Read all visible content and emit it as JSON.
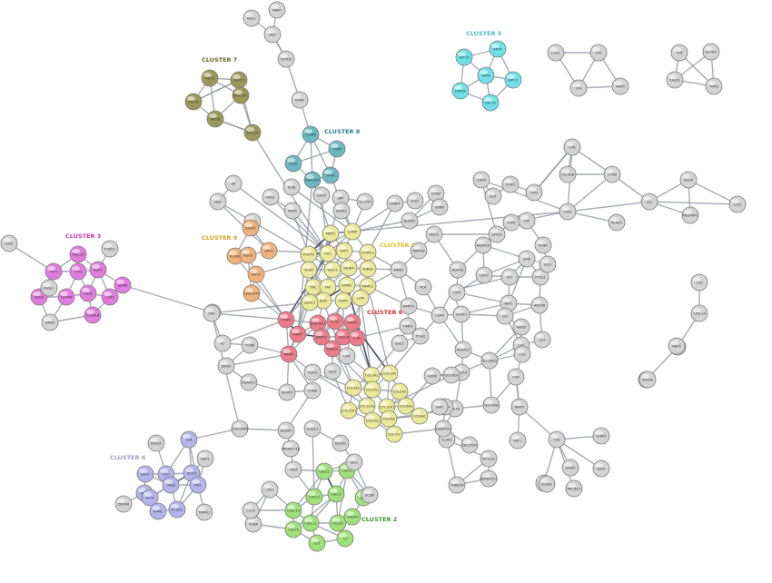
{
  "cluster_labels": [
    {
      "key": "c1",
      "text": "CLUSTER 1",
      "color": "#d9c12a"
    },
    {
      "key": "c2",
      "text": "CLUSTER 2",
      "color": "#3a9a2a"
    },
    {
      "key": "c3",
      "text": "CLUSTER 3",
      "color": "#c03ab0"
    },
    {
      "key": "c4",
      "text": "CLUSTER 4",
      "color": "#9a9ad0"
    },
    {
      "key": "c5",
      "text": "CLUSTER 5",
      "color": "#4ab8c8"
    },
    {
      "key": "c6",
      "text": "CLUSTER 6",
      "color": "#d0303a"
    },
    {
      "key": "c7",
      "text": "CLUSTER 7",
      "color": "#6b6a28"
    },
    {
      "key": "c8",
      "text": "CLUSTER 8",
      "color": "#2a7f8e"
    },
    {
      "key": "c9",
      "text": "CLUSTER 9",
      "color": "#d9a020"
    }
  ],
  "colors": {
    "grey": "#d3d3d3",
    "c1": "#ece89a",
    "c2": "#9ee07a",
    "c3": "#e27be0",
    "c4": "#b4b4ea",
    "c5": "#6ee0e8",
    "c6": "#ee7b8a",
    "c7": "#9a9a58",
    "c8": "#6ab8c2",
    "c9": "#f0b27a"
  },
  "nodes": [
    {
      "id": "ENC1",
      "c": "grey"
    },
    {
      "id": "PRKP",
      "c": "grey"
    },
    {
      "id": "HKS",
      "c": "grey"
    },
    {
      "id": "CNTFD",
      "c": "grey"
    },
    {
      "id": "NTRK",
      "c": "grey"
    },
    {
      "id": "MUC1",
      "c": "c7"
    },
    {
      "id": "MUC5",
      "c": "c7"
    },
    {
      "id": "MUC4",
      "c": "c7"
    },
    {
      "id": "MUC5AC",
      "c": "c7"
    },
    {
      "id": "MUC6",
      "c": "c7"
    },
    {
      "id": "MUC16",
      "c": "c7"
    },
    {
      "id": "KRT14",
      "c": "c5"
    },
    {
      "id": "KRT5",
      "c": "c5"
    },
    {
      "id": "KRT6",
      "c": "c5"
    },
    {
      "id": "KRT6A",
      "c": "c5"
    },
    {
      "id": "KRT17",
      "c": "c5"
    },
    {
      "id": "KRT16",
      "c": "c5"
    },
    {
      "id": "LOX1",
      "c": "grey"
    },
    {
      "id": "TTK",
      "c": "grey"
    },
    {
      "id": "YEA",
      "c": "grey"
    },
    {
      "id": "MAR5",
      "c": "grey"
    },
    {
      "id": "TTN",
      "c": "grey"
    },
    {
      "id": "ACTN2",
      "c": "grey"
    },
    {
      "id": "CALD1",
      "c": "grey"
    },
    {
      "id": "TPM2",
      "c": "grey"
    },
    {
      "id": "TSPM1",
      "c": "c8"
    },
    {
      "id": "TSPN",
      "c": "c8"
    },
    {
      "id": "PIGS",
      "c": "c8"
    },
    {
      "id": "RPTA",
      "c": "c8"
    },
    {
      "id": "CEACAM",
      "c": "c8"
    },
    {
      "id": "CPB",
      "c": "grey"
    },
    {
      "id": "CELA3B",
      "c": "grey"
    },
    {
      "id": "CTRB",
      "c": "grey"
    },
    {
      "id": "CPA1",
      "c": "grey"
    },
    {
      "id": "PLA2G",
      "c": "grey"
    },
    {
      "id": "CEL",
      "c": "grey"
    },
    {
      "id": "PNLIP",
      "c": "grey"
    },
    {
      "id": "PNLIPRP1",
      "c": "grey"
    },
    {
      "id": "CLPS",
      "c": "grey"
    },
    {
      "id": "IDI",
      "c": "grey"
    },
    {
      "id": "NEK",
      "c": "grey"
    },
    {
      "id": "ARS1",
      "c": "grey"
    },
    {
      "id": "MAKS",
      "c": "grey"
    },
    {
      "id": "MEAS",
      "c": "grey"
    },
    {
      "id": "KCNJ",
      "c": "grey"
    },
    {
      "id": "DUSP1",
      "c": "c9"
    },
    {
      "id": "HRAS",
      "c": "c9"
    },
    {
      "id": "PLAUR",
      "c": "c9"
    },
    {
      "id": "MSLN",
      "c": "c9"
    },
    {
      "id": "KRT20",
      "c": "c9"
    },
    {
      "id": "CEACAM5",
      "c": "c9"
    },
    {
      "id": "MUC13",
      "c": "c3"
    },
    {
      "id": "TFF1",
      "c": "c3"
    },
    {
      "id": "TFF2",
      "c": "c3"
    },
    {
      "id": "AGR2",
      "c": "c3"
    },
    {
      "id": "SPINK",
      "c": "c3"
    },
    {
      "id": "REG4",
      "c": "c3"
    },
    {
      "id": "OLFM4",
      "c": "c3"
    },
    {
      "id": "LGR5",
      "c": "c3"
    },
    {
      "id": "CDX2",
      "c": "c3"
    },
    {
      "id": "CLDN18",
      "c": "c3"
    },
    {
      "id": "FOXQ1",
      "c": "grey"
    },
    {
      "id": "CDX1",
      "c": "grey"
    },
    {
      "id": "ANKR",
      "c": "grey"
    },
    {
      "id": "PAGE1",
      "c": "grey"
    },
    {
      "id": "LGALS",
      "c": "grey"
    },
    {
      "id": "MMP1",
      "c": "c1"
    },
    {
      "id": "COMP",
      "c": "c1"
    },
    {
      "id": "POSTN",
      "c": "c1"
    },
    {
      "id": "FN1",
      "c": "c1"
    },
    {
      "id": "SPP1",
      "c": "c1"
    },
    {
      "id": "CTHRC1",
      "c": "c1"
    },
    {
      "id": "VCAN",
      "c": "c1"
    },
    {
      "id": "SULF1",
      "c": "c1"
    },
    {
      "id": "INHBA",
      "c": "c1"
    },
    {
      "id": "THBS2",
      "c": "c1"
    },
    {
      "id": "TNC",
      "c": "c1"
    },
    {
      "id": "FAP",
      "c": "c1"
    },
    {
      "id": "SPARC",
      "c": "c1"
    },
    {
      "id": "MMP11",
      "c": "c1"
    },
    {
      "id": "BGN",
      "c": "c1"
    },
    {
      "id": "ASPN",
      "c": "c1"
    },
    {
      "id": "LUM",
      "c": "c1"
    },
    {
      "id": "CDH11",
      "c": "c1"
    },
    {
      "id": "TIMP1",
      "c": "c6"
    },
    {
      "id": "SERPINE1",
      "c": "c6"
    },
    {
      "id": "PLAU",
      "c": "c6"
    },
    {
      "id": "MMP3",
      "c": "c6"
    },
    {
      "id": "MMP7",
      "c": "c6"
    },
    {
      "id": "MMP12",
      "c": "c6"
    },
    {
      "id": "CXCL8",
      "c": "c6"
    },
    {
      "id": "IL1B",
      "c": "c6"
    },
    {
      "id": "MMP9",
      "c": "c6"
    },
    {
      "id": "MMP10",
      "c": "c6"
    },
    {
      "id": "COL1A1",
      "c": "c1"
    },
    {
      "id": "COL1A2",
      "c": "c1"
    },
    {
      "id": "COL3A1",
      "c": "c1"
    },
    {
      "id": "COL5A1",
      "c": "c1"
    },
    {
      "id": "COL5A2",
      "c": "c1"
    },
    {
      "id": "COL6A3",
      "c": "c1"
    },
    {
      "id": "COL11A1",
      "c": "c1"
    },
    {
      "id": "COL12A1",
      "c": "c1"
    },
    {
      "id": "COL10A1",
      "c": "c1"
    },
    {
      "id": "COL4A1",
      "c": "c1"
    },
    {
      "id": "COL4A2",
      "c": "c1"
    },
    {
      "id": "COL8A1",
      "c": "c1"
    },
    {
      "id": "COL7A1",
      "c": "c1"
    },
    {
      "id": "CXCL1",
      "c": "c2"
    },
    {
      "id": "CXCL2",
      "c": "c2"
    },
    {
      "id": "CXCL3",
      "c": "c2"
    },
    {
      "id": "CXCL5",
      "c": "c2"
    },
    {
      "id": "CXCL10",
      "c": "c2"
    },
    {
      "id": "CXCL11",
      "c": "c2"
    },
    {
      "id": "CCL20",
      "c": "c2"
    },
    {
      "id": "CXCR4",
      "c": "c2"
    },
    {
      "id": "CXCL9",
      "c": "c2"
    },
    {
      "id": "C3",
      "c": "c2"
    },
    {
      "id": "IL6",
      "c": "c2"
    },
    {
      "id": "CFB",
      "c": "c2"
    },
    {
      "id": "IFI6",
      "c": "c4"
    },
    {
      "id": "IFI27",
      "c": "c4"
    },
    {
      "id": "ISG15",
      "c": "c4"
    },
    {
      "id": "OAS1",
      "c": "c4"
    },
    {
      "id": "OAS2",
      "c": "c4"
    },
    {
      "id": "MX1",
      "c": "c4"
    },
    {
      "id": "IFIT1",
      "c": "c4"
    },
    {
      "id": "IFIT3",
      "c": "c4"
    },
    {
      "id": "RSAD2",
      "c": "c4"
    },
    {
      "id": "IFI44L",
      "c": "c4"
    },
    {
      "id": "GBP1",
      "c": "grey"
    },
    {
      "id": "ERHS1",
      "c": "grey"
    },
    {
      "id": "TRIM22",
      "c": "grey"
    },
    {
      "id": "DDX60",
      "c": "grey"
    },
    {
      "id": "CEACAM6",
      "c": "grey"
    },
    {
      "id": "SPH",
      "c": "grey"
    },
    {
      "id": "F2",
      "c": "grey"
    },
    {
      "id": "TGFBI",
      "c": "grey"
    },
    {
      "id": "SRGN",
      "c": "grey"
    },
    {
      "id": "ADAM12",
      "c": "grey"
    },
    {
      "id": "IGFBP3",
      "c": "grey"
    },
    {
      "id": "CDH3",
      "c": "grey"
    },
    {
      "id": "CHRD",
      "c": "grey"
    },
    {
      "id": "SELV",
      "c": "grey"
    },
    {
      "id": "LIFR",
      "c": "grey"
    },
    {
      "id": "GREM1",
      "c": "grey"
    },
    {
      "id": "TNFRSF11B",
      "c": "grey"
    },
    {
      "id": "TNS4",
      "c": "grey"
    },
    {
      "id": "CHI3L1",
      "c": "grey"
    },
    {
      "id": "AZGP1",
      "c": "grey"
    },
    {
      "id": "CPS1",
      "c": "grey"
    },
    {
      "id": "SELL",
      "c": "grey"
    },
    {
      "id": "SCDN",
      "c": "grey"
    },
    {
      "id": "PHBA",
      "c": "grey"
    },
    {
      "id": "CCL3",
      "c": "grey"
    },
    {
      "id": "SLC7A5",
      "c": "grey"
    },
    {
      "id": "SPP",
      "c": "grey"
    },
    {
      "id": "CDH1",
      "c": "grey"
    },
    {
      "id": "SFRP4",
      "c": "grey"
    },
    {
      "id": "KLK1",
      "c": "grey"
    },
    {
      "id": "RUNX2",
      "c": "grey"
    },
    {
      "id": "CRISP",
      "c": "grey"
    },
    {
      "id": "ERRB",
      "c": "grey"
    },
    {
      "id": "ANXA1",
      "c": "grey"
    },
    {
      "id": "MMP2",
      "c": "grey"
    },
    {
      "id": "PLAT",
      "c": "grey"
    },
    {
      "id": "MMP1B",
      "c": "grey"
    },
    {
      "id": "MMP13",
      "c": "grey"
    },
    {
      "id": "TIMP3",
      "c": "grey"
    },
    {
      "id": "SDC1",
      "c": "grey"
    },
    {
      "id": "ITGA2",
      "c": "grey"
    },
    {
      "id": "CD44",
      "c": "grey"
    },
    {
      "id": "PLA",
      "c": "grey"
    },
    {
      "id": "CDH17",
      "c": "grey"
    },
    {
      "id": "ADH1",
      "c": "grey"
    },
    {
      "id": "ADH1B",
      "c": "grey"
    },
    {
      "id": "CYP3",
      "c": "grey"
    },
    {
      "id": "ANXA10",
      "c": "grey"
    },
    {
      "id": "UGT2",
      "c": "grey"
    },
    {
      "id": "GPA33",
      "c": "grey"
    },
    {
      "id": "CDX5",
      "c": "grey"
    },
    {
      "id": "SLIT",
      "c": "grey"
    },
    {
      "id": "LYVE1",
      "c": "grey"
    },
    {
      "id": "TCM1",
      "c": "grey"
    },
    {
      "id": "SST",
      "c": "grey"
    },
    {
      "id": "NEFL",
      "c": "grey"
    },
    {
      "id": "SPIB",
      "c": "grey"
    },
    {
      "id": "HPGD",
      "c": "grey"
    },
    {
      "id": "PTGS1",
      "c": "grey"
    },
    {
      "id": "LYZ",
      "c": "grey"
    },
    {
      "id": "ABCA8",
      "c": "grey"
    },
    {
      "id": "TFF3",
      "c": "grey"
    },
    {
      "id": "VIP",
      "c": "grey"
    },
    {
      "id": "PENK",
      "c": "grey"
    },
    {
      "id": "GCG",
      "c": "grey"
    },
    {
      "id": "CA1",
      "c": "grey"
    },
    {
      "id": "CA2",
      "c": "grey"
    },
    {
      "id": "CA4",
      "c": "grey"
    },
    {
      "id": "CA7",
      "c": "grey"
    },
    {
      "id": "MS4A12",
      "c": "grey"
    },
    {
      "id": "CLCA4",
      "c": "grey"
    },
    {
      "id": "SLC26A3",
      "c": "grey"
    },
    {
      "id": "AQP8",
      "c": "grey"
    },
    {
      "id": "GUCA2A",
      "c": "grey"
    },
    {
      "id": "GUCA2B",
      "c": "grey"
    },
    {
      "id": "ZG16",
      "c": "grey"
    },
    {
      "id": "KRT80",
      "c": "grey"
    },
    {
      "id": "CLDN1",
      "c": "grey"
    },
    {
      "id": "FAP2",
      "c": "grey"
    },
    {
      "id": "TACSTD2",
      "c": "grey"
    },
    {
      "id": "ADAMTS2",
      "c": "grey"
    },
    {
      "id": "ADAMTS12",
      "c": "grey"
    },
    {
      "id": "THBS2B",
      "c": "grey"
    },
    {
      "id": "SPOCK1",
      "c": "grey"
    },
    {
      "id": "WNT2",
      "c": "grey"
    },
    {
      "id": "FZD",
      "c": "grey"
    },
    {
      "id": "AXIN2",
      "c": "grey"
    },
    {
      "id": "NKD1",
      "c": "grey"
    },
    {
      "id": "APCDD1",
      "c": "grey"
    },
    {
      "id": "SFRP2",
      "c": "grey"
    },
    {
      "id": "DKK1",
      "c": "grey"
    },
    {
      "id": "WIF1",
      "c": "grey"
    },
    {
      "id": "CA9",
      "c": "grey"
    },
    {
      "id": "CXCL14",
      "c": "grey"
    },
    {
      "id": "BCAS1",
      "c": "grey"
    },
    {
      "id": "KRT23",
      "c": "grey"
    },
    {
      "id": "ELSHS",
      "c": "grey"
    },
    {
      "id": "NRP2",
      "c": "grey"
    },
    {
      "id": "PDGFA",
      "c": "grey"
    }
  ]
}
